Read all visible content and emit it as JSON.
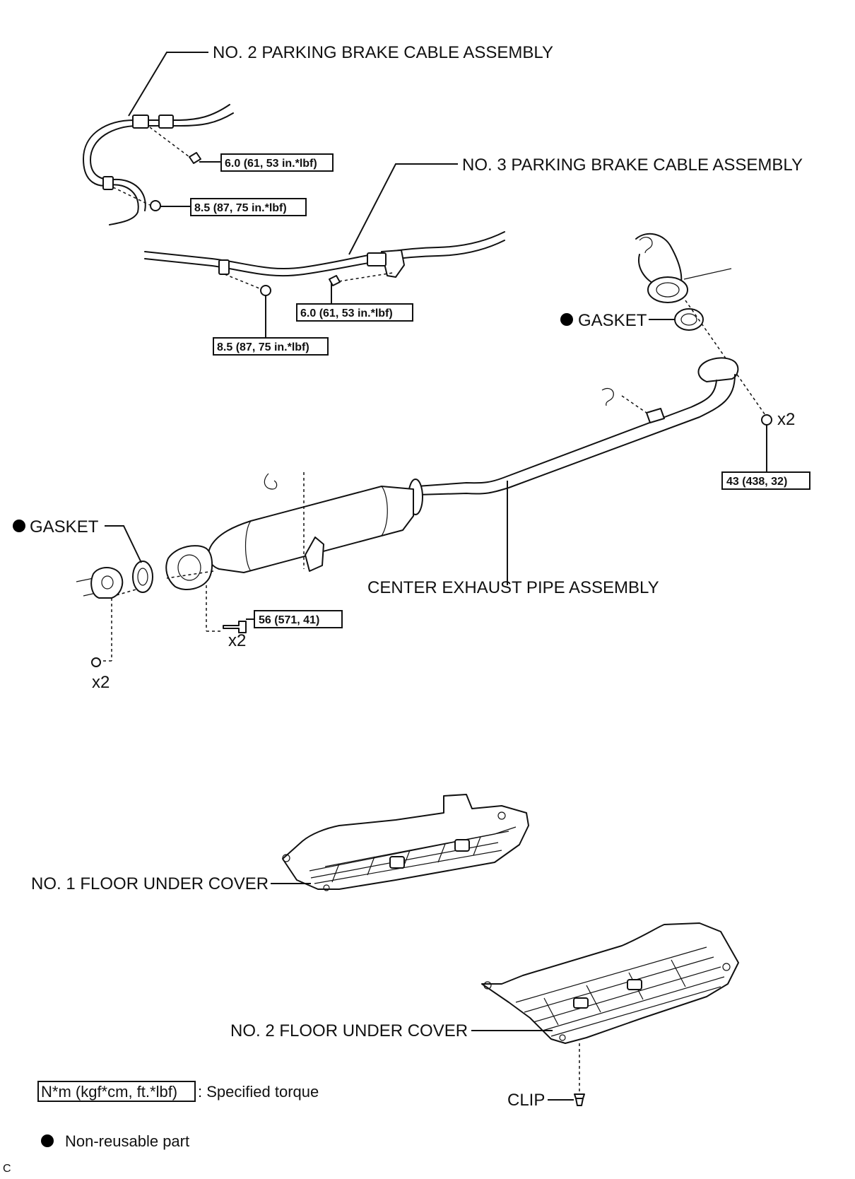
{
  "labels": {
    "cable2": "NO. 2 PARKING BRAKE CABLE ASSEMBLY",
    "cable3": "NO. 3 PARKING BRAKE CABLE ASSEMBLY",
    "gasket_front": "GASKET",
    "gasket_rear": "GASKET",
    "exhaust_pipe": "CENTER EXHAUST PIPE ASSEMBLY",
    "floor_cover1": "NO. 1 FLOOR UNDER COVER",
    "floor_cover2": "NO. 2 FLOOR UNDER COVER",
    "clip": "CLIP"
  },
  "torques": {
    "t1": "6.0 (61, 53 in.*lbf)",
    "t2": "8.5 (87, 75 in.*lbf)",
    "t3": "6.0 (61, 53 in.*lbf)",
    "t4": "8.5 (87, 75 in.*lbf)",
    "t5": "43 (438, 32)",
    "t6": "56 (571, 41)"
  },
  "quantities": {
    "q1": "x2",
    "q2": "x2",
    "q3": "x2"
  },
  "legend": {
    "torque_box": "N*m (kgf*cm, ft.*lbf)",
    "torque_desc": ": Specified torque",
    "nonreusable": "Non-reusable part"
  },
  "corner_mark": "C"
}
